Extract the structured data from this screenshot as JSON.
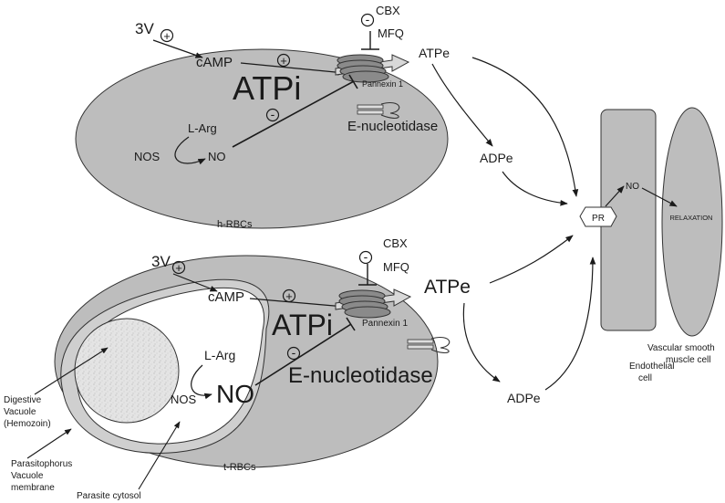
{
  "colors": {
    "cell_fill": "#bdbdbd",
    "cell_stroke": "#333333",
    "parasite_fill": "#ffffff",
    "vacuole_fill": "#e2e2e2",
    "line": "#1a1a1a"
  },
  "top_cell": {
    "label": "h-RBCs",
    "stimulus": "3V",
    "stimulus_sign": "+",
    "camp": "cAMP",
    "camp_sign": "+",
    "atpi": "ATPi",
    "inhibitor_sign": "-",
    "nos_sign": "-",
    "cbx": "CBX",
    "mfq": "MFQ",
    "pannexin": "Pannexin 1",
    "atpe": "ATPe",
    "adpe": "ADPe",
    "nucleotidase": "E-nucleotidase",
    "larg": "L-Arg",
    "nos": "NOS",
    "no": "NO"
  },
  "bottom_cell": {
    "label": "t-RBCs",
    "stimulus": "3V",
    "stimulus_sign": "+",
    "camp": "cAMP",
    "camp_sign": "+",
    "atpi": "ATPi",
    "inhibitor_sign": "-",
    "nos_sign": "-",
    "cbx": "CBX",
    "mfq": "MFQ",
    "pannexin": "Pannexin 1",
    "atpe": "ATPe",
    "adpe": "ADPe",
    "nucleotidase": "E-nucleotidase",
    "larg": "L-Arg",
    "nos": "NOS",
    "no": "NO",
    "vacuole_label": [
      "Digestive",
      "Vacuole",
      "(Hemozoin)"
    ],
    "membrane_label": [
      "Parasitophorus",
      "Vacuole",
      "membrane"
    ],
    "cytosol_label": "Parasite cytosol"
  },
  "vessel": {
    "receptor": "PR",
    "no": "NO",
    "relaxation": "RELAXATION",
    "endothelial_label": [
      "Endothelial",
      "cell"
    ],
    "smooth_muscle_label": [
      "Vascular smooth",
      "muscle cell"
    ]
  }
}
